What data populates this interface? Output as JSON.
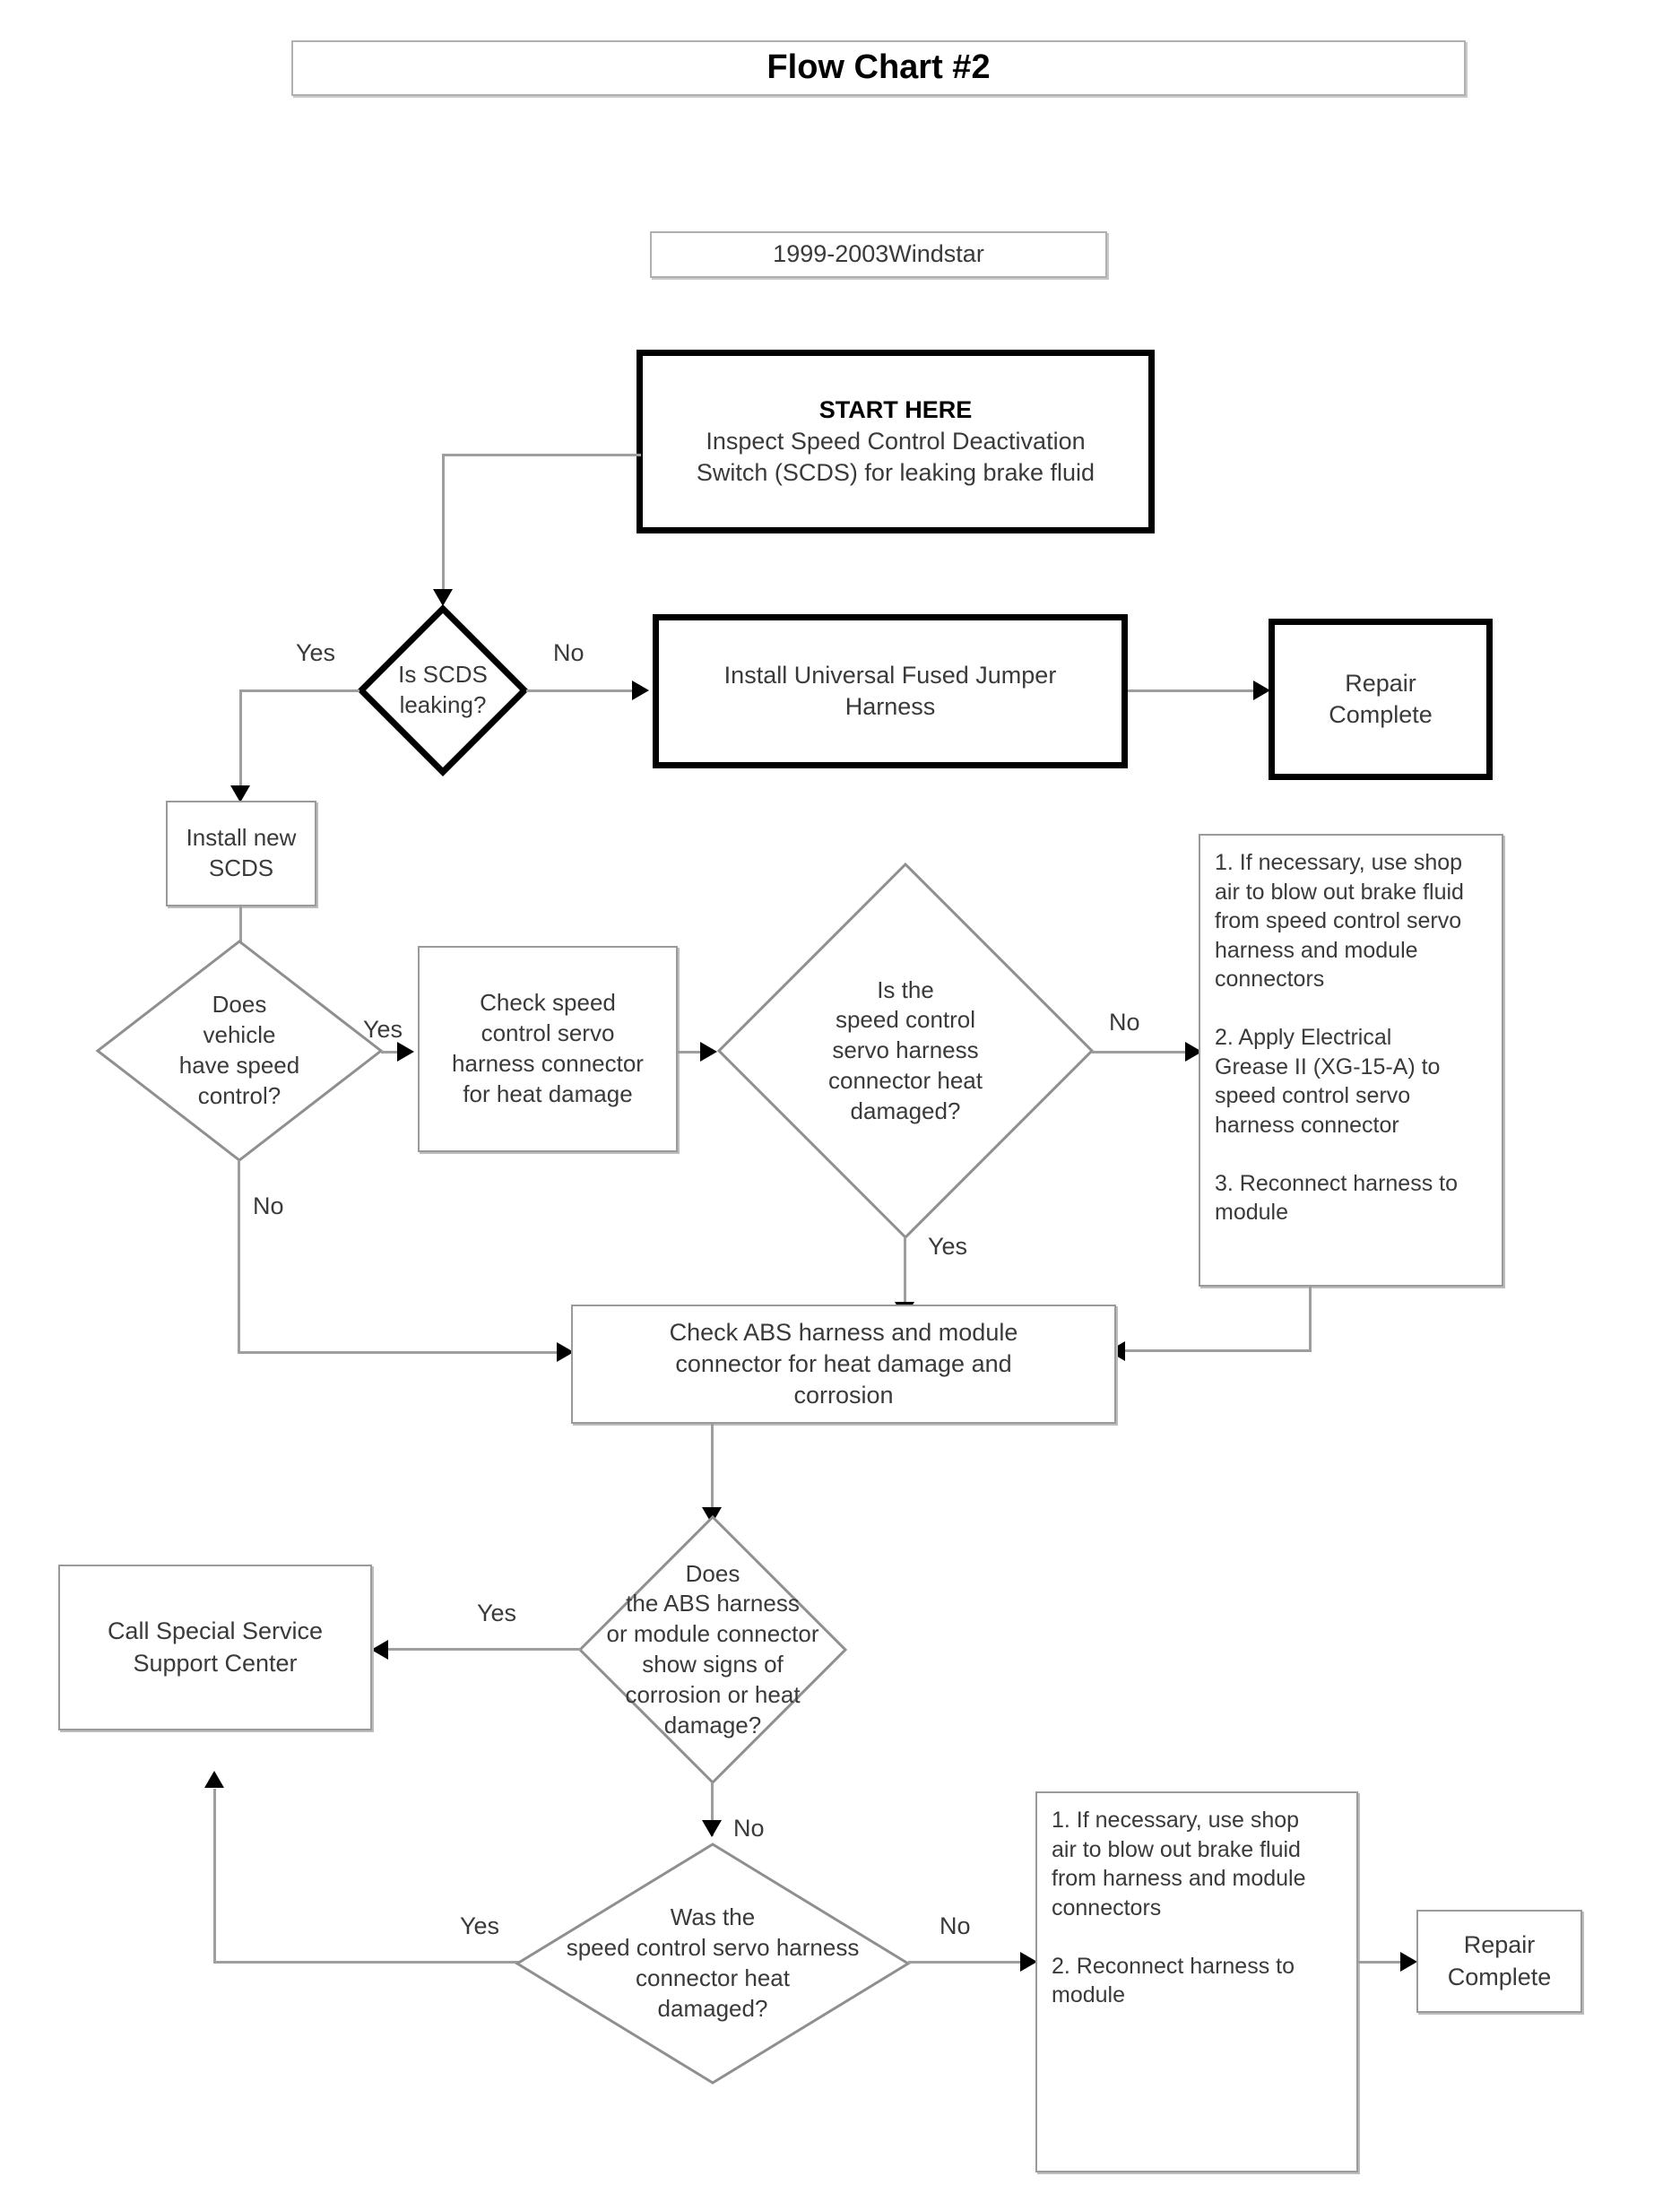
{
  "page": {
    "title": "Flow Chart #2",
    "subtitle": "1999-2003Windstar",
    "colors": {
      "background": "#ffffff",
      "line": "#9e9e9e",
      "arrow": "#000000",
      "box_border": "#9a9a9a",
      "heavy_border": "#000000",
      "text": "#3a3a3a"
    }
  },
  "nodes": {
    "start": {
      "heading": "START HERE",
      "body": "Inspect Speed Control Deactivation\nSwitch (SCDS) for leaking brake fluid"
    },
    "scds_leaking": {
      "label": "Is SCDS\nleaking?"
    },
    "install_jumper": {
      "label": "Install Universal Fused Jumper\nHarness"
    },
    "repair_complete_top": {
      "label": "Repair\nComplete"
    },
    "install_new_scds": {
      "label": "Install new\nSCDS"
    },
    "has_speed_control": {
      "label": "Does\nvehicle\nhave speed\ncontrol?"
    },
    "check_servo_harness": {
      "label": "Check speed\ncontrol servo\nharness connector\nfor heat damage"
    },
    "servo_heat_damaged": {
      "label": "Is the\nspeed control\nservo harness\nconnector heat\ndamaged?"
    },
    "servo_steps": {
      "label": "1. If necessary, use shop\nair to blow out brake fluid\nfrom speed control servo\nharness and module\nconnectors\n\n2.  Apply Electrical\nGrease II (XG-15-A) to\nspeed control servo\nharness connector\n\n3. Reconnect harness to\nmodule"
    },
    "check_abs": {
      "label": "Check ABS harness and module\nconnector for heat damage and\ncorrosion"
    },
    "abs_corrosion": {
      "label": "Does\nthe ABS harness\nor module connector\nshow signs of\ncorrosion or heat\ndamage?"
    },
    "call_support": {
      "label": "Call Special Service\nSupport Center"
    },
    "servo_heat_damaged_2": {
      "label": "Was the\nspeed control servo harness\nconnector heat\ndamaged?"
    },
    "harness_steps": {
      "label": "1.  If necessary, use shop\nair to blow out brake fluid\nfrom harness and module\nconnectors\n\n2.  Reconnect harness to\nmodule"
    },
    "repair_complete_bottom": {
      "label": "Repair\nComplete"
    }
  },
  "edge_labels": {
    "scds_yes": "Yes",
    "scds_no": "No",
    "speed_control_yes": "Yes",
    "speed_control_no": "No",
    "servo_damaged_no": "No",
    "servo_damaged_yes": "Yes",
    "abs_yes": "Yes",
    "abs_no": "No",
    "servo2_yes": "Yes",
    "servo2_no": "No"
  }
}
